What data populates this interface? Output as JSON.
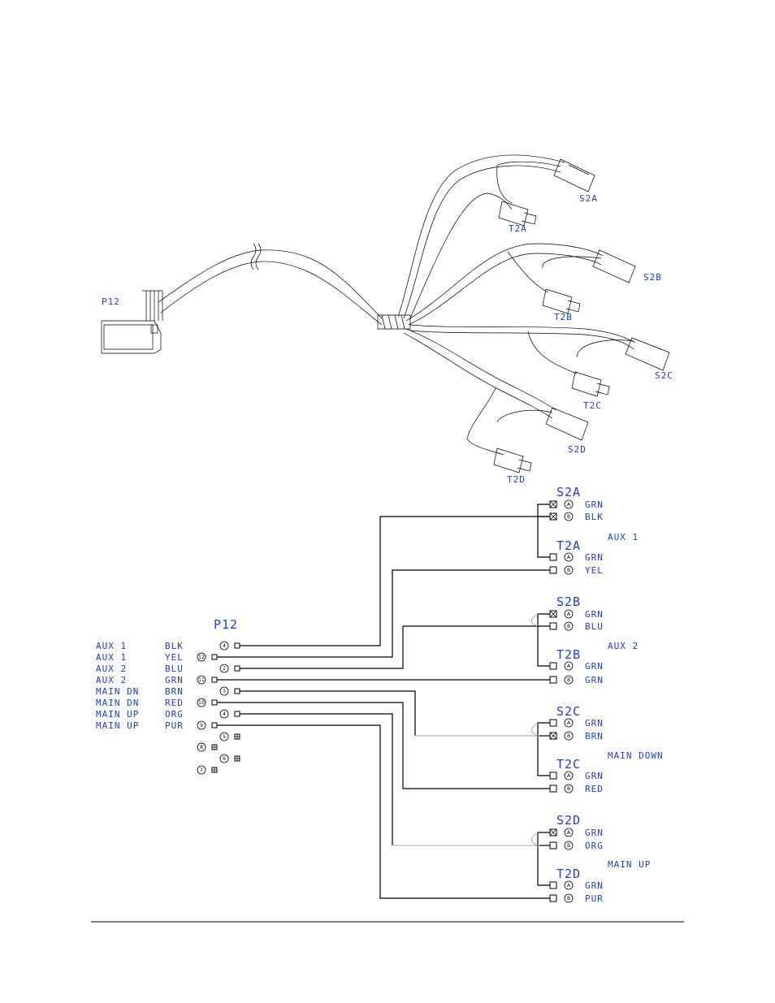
{
  "harness": {
    "p12_label": "P12",
    "connectors": [
      {
        "id": "s2a",
        "label": "S2A"
      },
      {
        "id": "t2a",
        "label": "T2A"
      },
      {
        "id": "s2b",
        "label": "S2B"
      },
      {
        "id": "t2b",
        "label": "T2B"
      },
      {
        "id": "s2c",
        "label": "S2C"
      },
      {
        "id": "t2c",
        "label": "T2C"
      },
      {
        "id": "s2d",
        "label": "S2D"
      },
      {
        "id": "t2d",
        "label": "T2D"
      }
    ]
  },
  "schematic": {
    "p12_title": "P12",
    "rows": [
      {
        "func": "AUX 1",
        "color": "BLK",
        "pin": "4"
      },
      {
        "func": "AUX 1",
        "color": "YEL",
        "pin": "12"
      },
      {
        "func": "AUX 2",
        "color": "BLU",
        "pin": "2"
      },
      {
        "func": "AUX 2",
        "color": "GRN",
        "pin": "11"
      },
      {
        "func": "MAIN DN",
        "color": "BRN",
        "pin": "3"
      },
      {
        "func": "MAIN DN",
        "color": "RED",
        "pin": "10"
      },
      {
        "func": "MAIN UP",
        "color": "ORG",
        "pin": "4"
      },
      {
        "func": "MAIN UP",
        "color": "PUR",
        "pin": "9"
      }
    ],
    "spare_pins": [
      "5",
      "8",
      "6",
      "7"
    ],
    "groups": [
      {
        "name": "AUX 1",
        "s_label": "S2A",
        "t_label": "T2A",
        "s_wires": [
          {
            "pin": "A",
            "color": "GRN"
          },
          {
            "pin": "B",
            "color": "BLK"
          }
        ],
        "t_wires": [
          {
            "pin": "A",
            "color": "GRN"
          },
          {
            "pin": "B",
            "color": "YEL"
          }
        ]
      },
      {
        "name": "AUX 2",
        "s_label": "S2B",
        "t_label": "T2B",
        "s_wires": [
          {
            "pin": "A",
            "color": "GRN"
          },
          {
            "pin": "B",
            "color": "BLU"
          }
        ],
        "t_wires": [
          {
            "pin": "A",
            "color": "GRN"
          },
          {
            "pin": "B",
            "color": "GRN"
          }
        ]
      },
      {
        "name": "MAIN DOWN",
        "s_label": "S2C",
        "t_label": "T2C",
        "s_wires": [
          {
            "pin": "A",
            "color": "GRN"
          },
          {
            "pin": "B",
            "color": "BRN"
          }
        ],
        "t_wires": [
          {
            "pin": "A",
            "color": "GRN"
          },
          {
            "pin": "B",
            "color": "RED"
          }
        ]
      },
      {
        "name": "MAIN UP",
        "s_label": "S2D",
        "t_label": "T2D",
        "s_wires": [
          {
            "pin": "A",
            "color": "GRN"
          },
          {
            "pin": "B",
            "color": "ORG"
          }
        ],
        "t_wires": [
          {
            "pin": "A",
            "color": "GRN"
          },
          {
            "pin": "B",
            "color": "PUR"
          }
        ]
      }
    ]
  }
}
